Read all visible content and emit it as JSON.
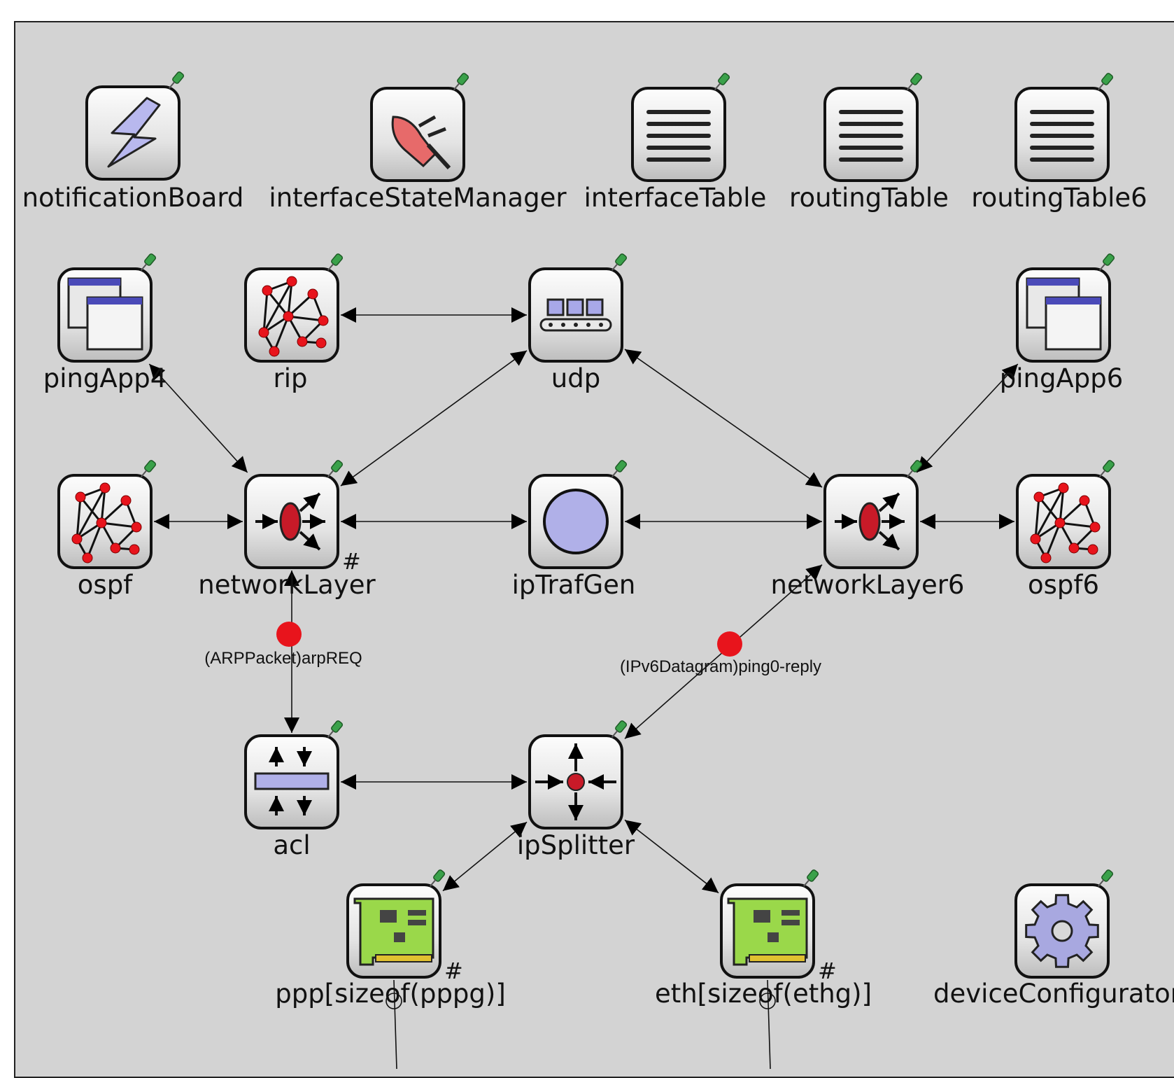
{
  "modules": [
    {
      "id": "notificationBoard",
      "name": "notificationBoard",
      "icon": "notification-board-icon",
      "hash": false
    },
    {
      "id": "interfaceStateManager",
      "name": "interfaceStateManager",
      "icon": "plug-icon",
      "hash": false
    },
    {
      "id": "interfaceTable",
      "name": "interfaceTable",
      "icon": "table-icon",
      "hash": false
    },
    {
      "id": "routingTable",
      "name": "routingTable",
      "icon": "table-icon",
      "hash": false
    },
    {
      "id": "routingTable6",
      "name": "routingTable6",
      "icon": "table-icon",
      "hash": false
    },
    {
      "id": "pingApp4",
      "name": "pingApp4",
      "icon": "app-window-icon",
      "hash": false
    },
    {
      "id": "rip",
      "name": "rip",
      "icon": "routing-graph-icon",
      "hash": false
    },
    {
      "id": "udp",
      "name": "udp",
      "icon": "conveyor-icon",
      "hash": false
    },
    {
      "id": "pingApp6",
      "name": "pingApp6",
      "icon": "app-window-icon",
      "hash": false
    },
    {
      "id": "ospf",
      "name": "ospf",
      "icon": "routing-graph-icon",
      "hash": false
    },
    {
      "id": "networkLayer",
      "name": "networkLayer",
      "icon": "network-layer-icon",
      "hash": true
    },
    {
      "id": "ipTrafGen",
      "name": "ipTrafGen",
      "icon": "generator-circle-icon",
      "hash": false
    },
    {
      "id": "networkLayer6",
      "name": "networkLayer6",
      "icon": "network-layer-icon",
      "hash": false
    },
    {
      "id": "ospf6",
      "name": "ospf6",
      "icon": "routing-graph-icon",
      "hash": false
    },
    {
      "id": "acl",
      "name": "acl",
      "icon": "filter-icon",
      "hash": false
    },
    {
      "id": "ipSplitter",
      "name": "ipSplitter",
      "icon": "splitter-icon",
      "hash": false
    },
    {
      "id": "ppp",
      "name": "ppp[sizeof(pppg)]",
      "icon": "nic-card-icon",
      "hash": true
    },
    {
      "id": "eth",
      "name": "eth[sizeof(ethg)]",
      "icon": "nic-card-icon",
      "hash": true
    },
    {
      "id": "deviceConfigurator",
      "name": "deviceConfigurator",
      "icon": "gear-icon",
      "hash": false
    }
  ],
  "connections": [
    {
      "from": "rip",
      "to": "udp"
    },
    {
      "from": "networkLayer",
      "to": "udp"
    },
    {
      "from": "udp",
      "to": "networkLayer6"
    },
    {
      "from": "pingApp4",
      "to": "networkLayer"
    },
    {
      "from": "pingApp6",
      "to": "networkLayer6"
    },
    {
      "from": "ospf",
      "to": "networkLayer"
    },
    {
      "from": "networkLayer",
      "to": "ipTrafGen"
    },
    {
      "from": "ipTrafGen",
      "to": "networkLayer6"
    },
    {
      "from": "networkLayer6",
      "to": "ospf6"
    },
    {
      "from": "networkLayer",
      "to": "acl"
    },
    {
      "from": "acl",
      "to": "ipSplitter"
    },
    {
      "from": "ipSplitter",
      "to": "networkLayer6"
    },
    {
      "from": "ipSplitter",
      "to": "ppp"
    },
    {
      "from": "ipSplitter",
      "to": "eth"
    }
  ],
  "messages": [
    {
      "id": "arp",
      "label": "(ARPPacket)arpREQ",
      "on": "networkLayer-acl",
      "color": "#e8141c"
    },
    {
      "id": "ping",
      "label": "(IPv6Datagram)ping0-reply",
      "on": "ipSplitter-networkLayer6",
      "color": "#e8141c"
    }
  ],
  "colors": {
    "canvas": "#d3d3d3",
    "message": "#e8141c",
    "pin": "#3aa14a"
  }
}
